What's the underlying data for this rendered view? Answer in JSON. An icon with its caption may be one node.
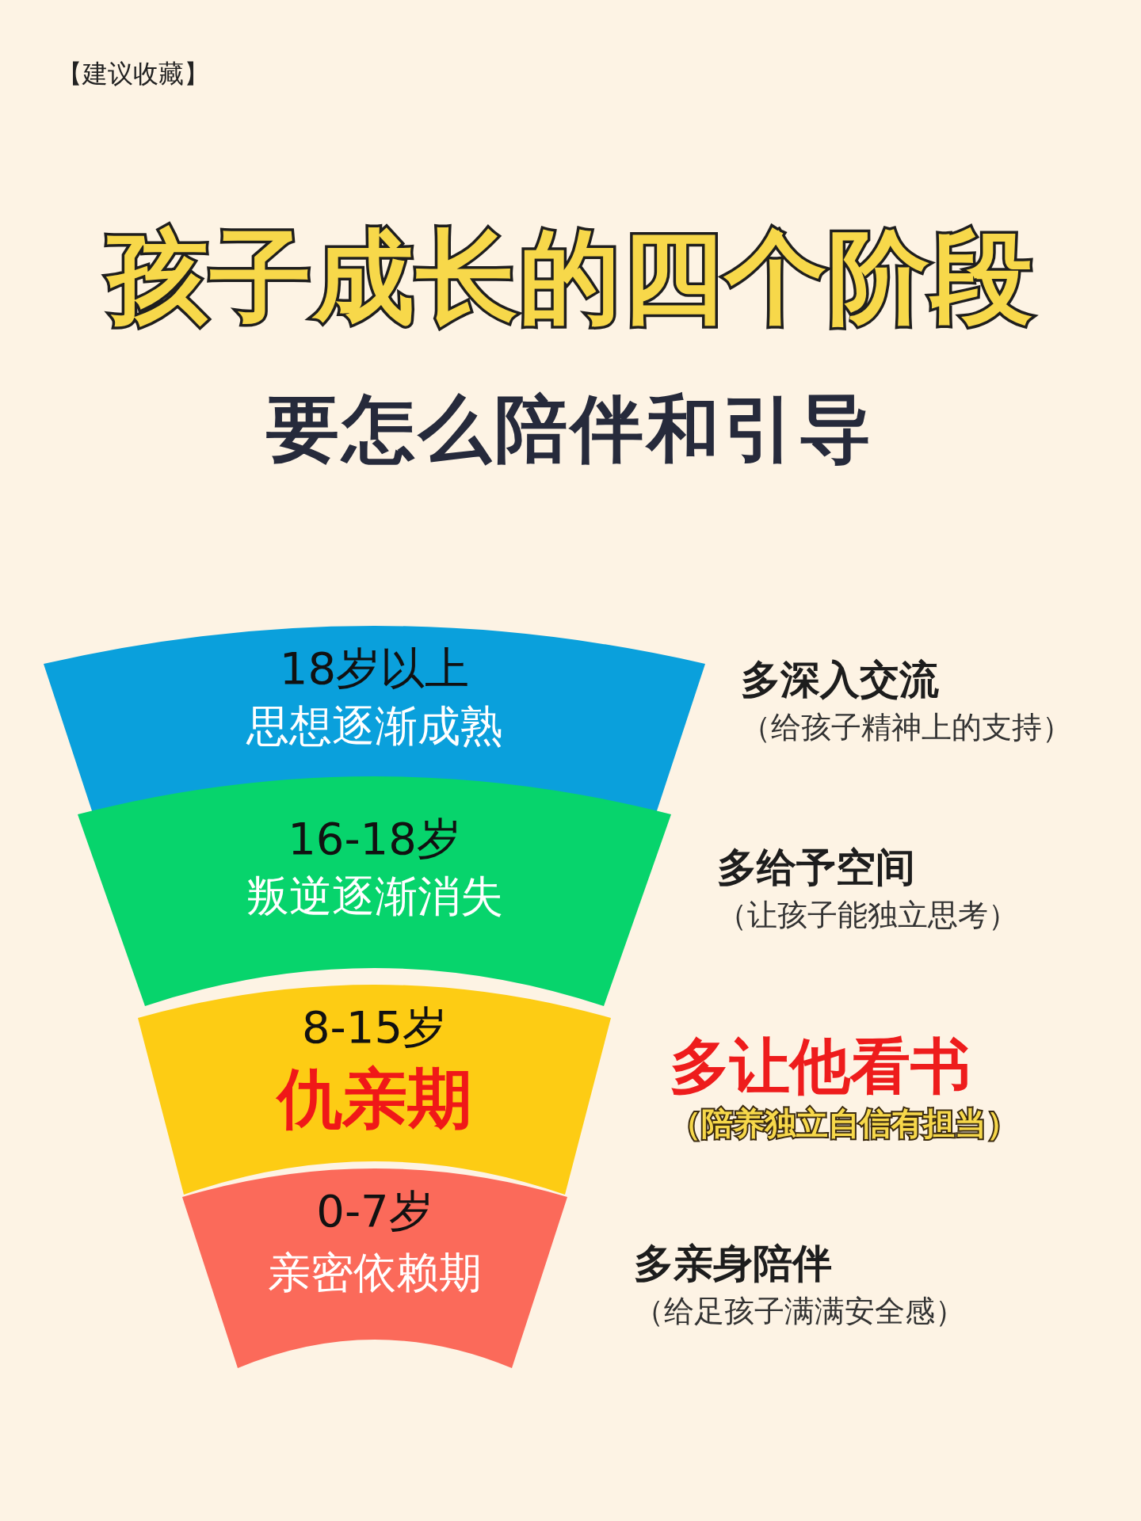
{
  "diagram": {
    "title": "孩子成长的四个阶段",
    "nodes": [
      {
        "text": [
          "18岁以上",
          "思想逐渐成熟"
        ],
        "beside": [
          "多深入交流",
          "（给孩子精神上的支持）"
        ]
      },
      {
        "text": [
          "16-18岁",
          "叛逆逐渐消失"
        ],
        "beside": [
          "多给予空间",
          "（让孩子能独立思考）"
        ]
      },
      {
        "text": [
          "8-15岁",
          "仇亲期"
        ],
        "beside": [
          "多让他看书",
          "（陪养独立自信有担当）"
        ]
      },
      {
        "text": [
          "0-7岁",
          "亲密依赖期"
        ],
        "beside": [
          "多亲身陪伴",
          "（给足孩子满满安全感）"
        ]
      }
    ],
    "labels": [
      "【建议收藏】",
      "要怎么陪伴和引导"
    ]
  }
}
